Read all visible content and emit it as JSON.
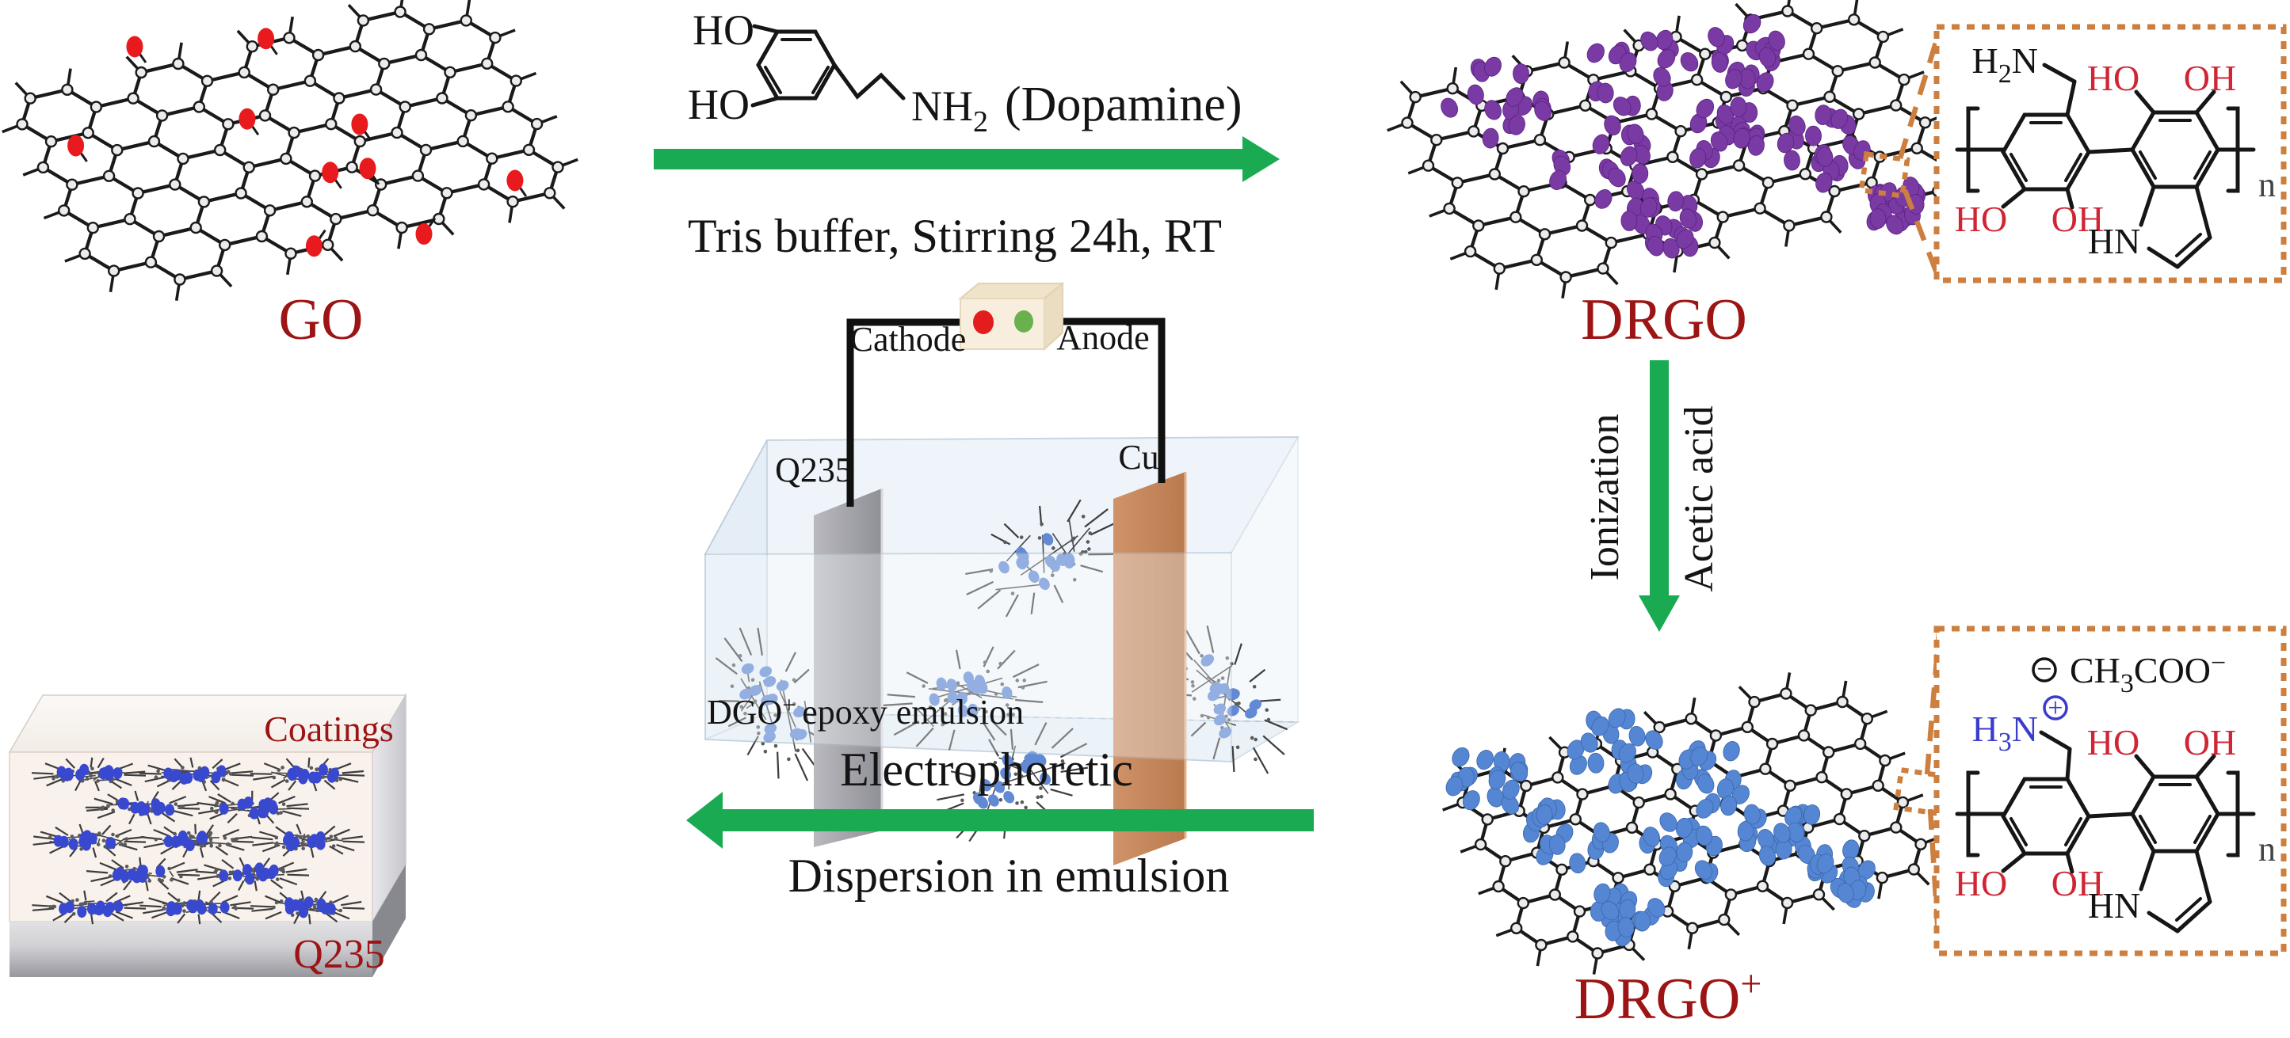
{
  "colors": {
    "label_red": "#9c1414",
    "chem_red": "#d02535",
    "chem_blue": "#3a3ccc",
    "green": "#1aab52",
    "orange": "#cd7f3f",
    "lattice": "#1a1a1a",
    "atom_fill": "#ececec",
    "go_dot": "#e81a1e",
    "purple": "#7a3aa4",
    "blue_dot": "#5586d4",
    "flake_blue": "#3848cf",
    "tank_flake_blue": "#6189d4",
    "copper": "#c8875f",
    "steel": "#a6a6ad",
    "wire": "#101010",
    "supply_cream": "#f7eedd",
    "red_terminal": "#e51c1c",
    "green_terminal": "#6ab04c"
  },
  "go": {
    "label": "GO"
  },
  "step1": {
    "ho_top": "HO",
    "ho_bottom": "HO",
    "amine": [
      "NH",
      "2"
    ],
    "reagent_name": "(Dopamine)",
    "conditions": "Tris buffer, Stirring 24h, RT"
  },
  "drgo": {
    "label": "DRGO"
  },
  "inset_top": {
    "amine": [
      "H",
      "2",
      "N"
    ],
    "ho_left": "HO",
    "oh_right": "OH",
    "ho_bottom_left": "HO",
    "oh_bottom_right": "OH",
    "hn": "HN",
    "repeat": "n"
  },
  "step2": {
    "line1": "Ionization",
    "line2": "Acetic acid"
  },
  "drgo_plus": {
    "label": "DRGO",
    "sup": "+"
  },
  "inset_bottom": {
    "minus_sign": "−",
    "counter_ion": [
      "CH",
      "3",
      "COO",
      "−"
    ],
    "amine": [
      "H",
      "3",
      "N"
    ],
    "plus_sign": "+",
    "ho_left": "HO",
    "oh_right": "OH",
    "ho_bottom_left": "HO",
    "oh_bottom_right": "OH",
    "hn": "HN",
    "repeat": "n"
  },
  "cell": {
    "cathode": "Cathode",
    "anode": "Anode",
    "left_electrode": "Q235",
    "right_electrode": "Cu",
    "solution": [
      "DGO",
      "+",
      "epoxy emulsion"
    ]
  },
  "step3": {
    "line1": "Electrophoretic",
    "line2": "Dispersion in emulsion"
  },
  "coating": {
    "label": "Coatings",
    "substrate": "Q235"
  }
}
